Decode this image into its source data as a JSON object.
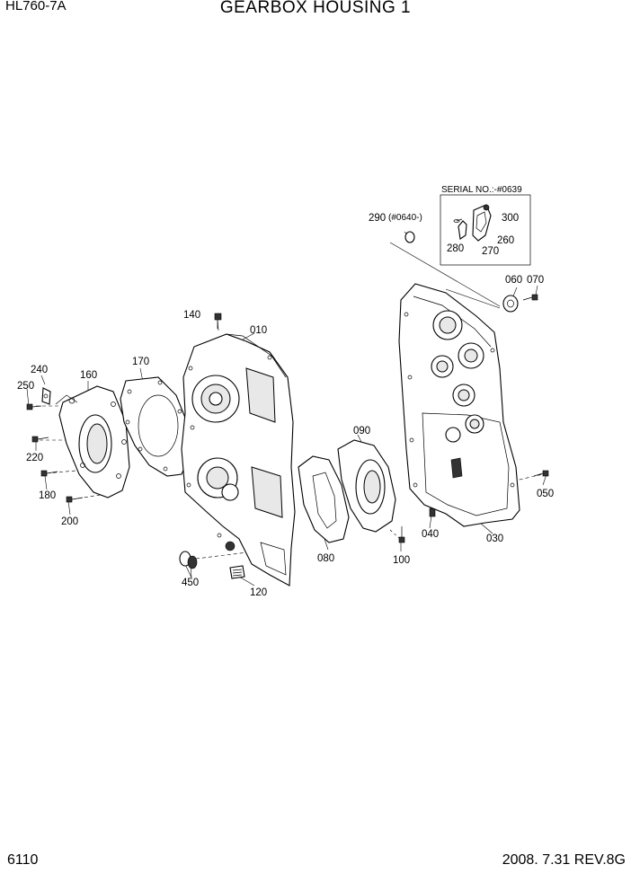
{
  "header": {
    "model": "HL760-7A",
    "title": "GEARBOX HOUSING 1"
  },
  "footer": {
    "page_number": "6110",
    "revision": "2008. 7.31  REV.8G"
  },
  "serial_box": {
    "label": "SERIAL NO.:-#0639"
  },
  "callouts": {
    "p010": "010",
    "p030": "030",
    "p040": "040",
    "p050": "050",
    "p060": "060",
    "p070": "070",
    "p080": "080",
    "p090": "090",
    "p100": "100",
    "p120": "120",
    "p140": "140",
    "p160": "160",
    "p170": "170",
    "p180": "180",
    "p200": "200",
    "p220": "220",
    "p240": "240",
    "p250": "250",
    "p260": "260",
    "p270": "270",
    "p280": "280",
    "p290": "290",
    "p290_note": "(#0640-)",
    "p300": "300",
    "p450": "450"
  }
}
